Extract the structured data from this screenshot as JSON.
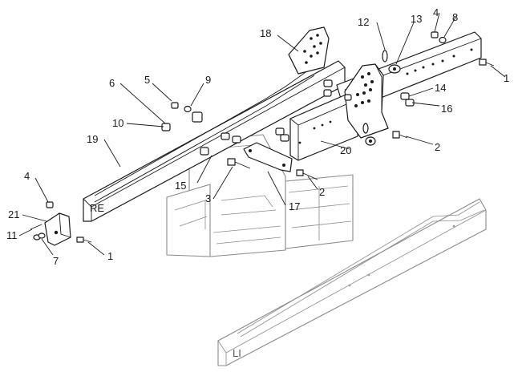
{
  "side_labels": {
    "right": "RE",
    "left": "LI"
  },
  "callouts": {
    "c1a": "1",
    "c1b": "1",
    "c2a": "2",
    "c2b": "2",
    "c3": "3",
    "c4a": "4",
    "c4b": "4",
    "c5": "5",
    "c6": "6",
    "c7": "7",
    "c8": "8",
    "c9": "9",
    "c10": "10",
    "c11": "11",
    "c12": "12",
    "c13": "13",
    "c14": "14",
    "c15": "15",
    "c16": "16",
    "c17": "17",
    "c18": "18",
    "c19": "19",
    "c20": "20",
    "c21": "21"
  }
}
